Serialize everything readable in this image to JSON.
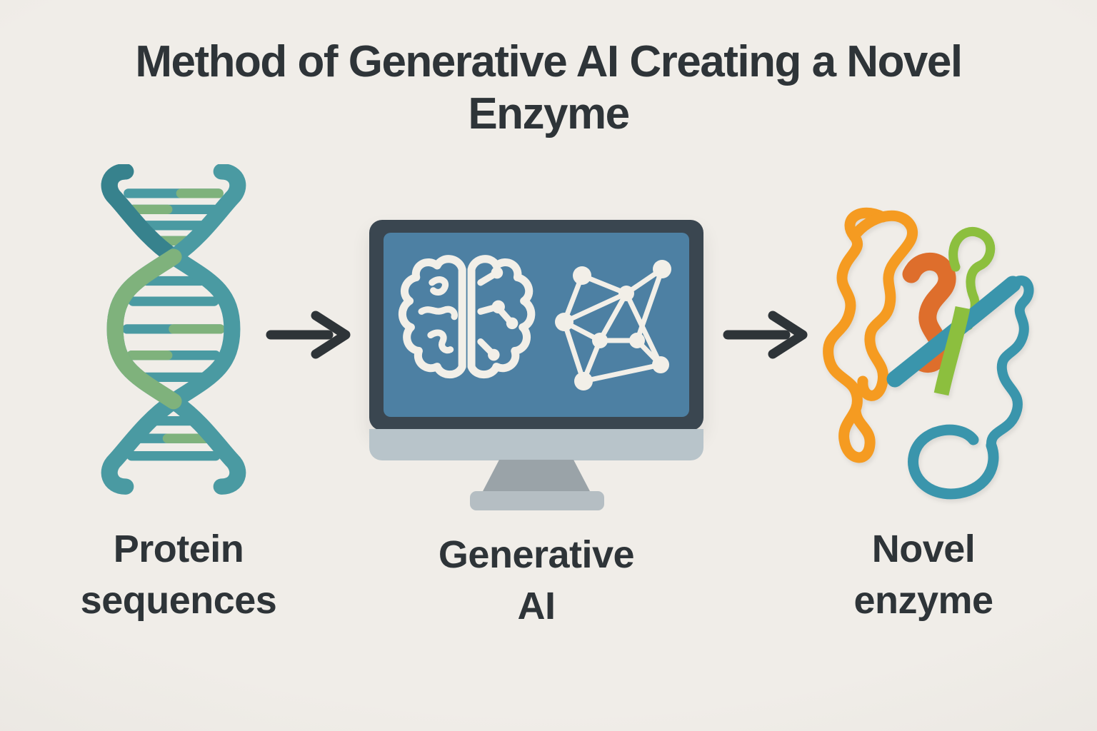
{
  "title": "Method of Generative AI Creating a Novel\nEnzyme",
  "stages": [
    {
      "id": "protein-sequences",
      "label": "Protein\nsequences",
      "icon": "dna-helix-icon"
    },
    {
      "id": "generative-ai",
      "label": "Generative\nAI",
      "icon": "generative-ai-monitor-icon"
    },
    {
      "id": "novel-enzyme",
      "label": "Novel\nenzyme",
      "icon": "enzyme-ribbon-icon"
    }
  ],
  "arrows": [
    {
      "from": "protein-sequences",
      "to": "generative-ai",
      "icon": "right-arrow-icon"
    },
    {
      "from": "generative-ai",
      "to": "novel-enzyme",
      "icon": "right-arrow-icon"
    }
  ],
  "monitor_icons": [
    "brain-icon",
    "neural-network-icon"
  ],
  "colors": {
    "background": "#f0ede8",
    "ink": "#2e3438",
    "dna_teal": "#4a9aa2",
    "dna_teal_dark": "#37828d",
    "dna_green": "#7fb27c",
    "monitor_frame": "#3a4650",
    "screen_blue": "#4d80a3",
    "screen_icon": "#f2efe8",
    "monitor_chin": "#b8c4ca",
    "monitor_stand": "#9aa3a8",
    "monitor_base": "#b5bec3",
    "enzyme_orange": "#f59b21",
    "enzyme_orange_dark": "#de6e2c",
    "enzyme_green": "#8cbf3e",
    "enzyme_teal": "#3a95ac"
  }
}
